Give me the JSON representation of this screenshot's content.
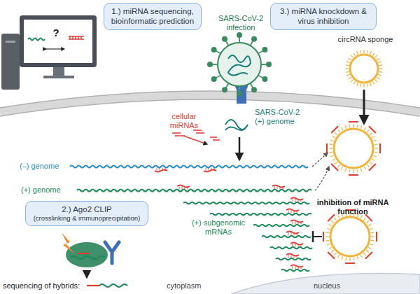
{
  "diagram": {
    "nodes": [
      {
        "text": [
          "1.) miRNA sequencing, bioinformatic prediction"
        ]
      },
      {
        "text": [
          "3.) miRNA knockdown & virus inhibition"
        ]
      },
      {
        "text": [
          "2.) Ago2 CLIP",
          "(crosslinking & immunoprecipitation)"
        ]
      }
    ],
    "labels": [
      "SARS-CoV-2 infection",
      "?",
      "circRNA sponge",
      "cellular miRNAs",
      "SARS-CoV-2 (+) genome",
      "(–) genome",
      "(+) genome",
      "(+) subgenomic mRNAs",
      "inhibition of miRNA function",
      "sequencing of hybrids:",
      "cytoplasm",
      "nucleus"
    ]
  }
}
